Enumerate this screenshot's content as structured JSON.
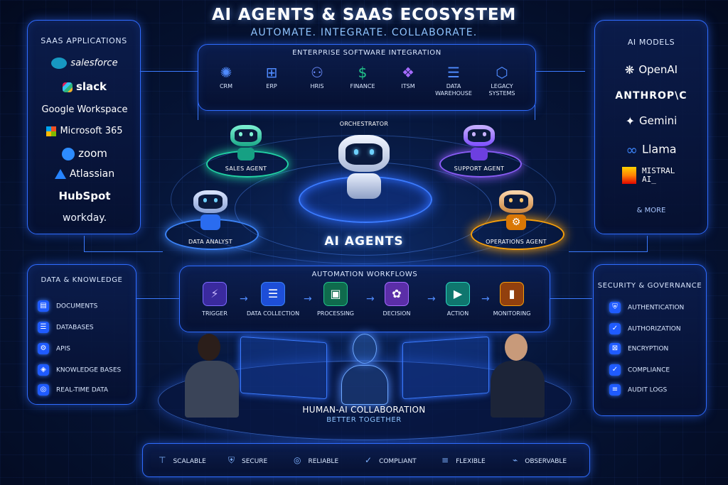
{
  "header": {
    "title": "AI AGENTS & SAAS ECOSYSTEM",
    "subtitle": "AUTOMATE. INTEGRATE. COLLABORATE."
  },
  "saas": {
    "title": "SAAS APPLICATIONS",
    "items": [
      "salesforce",
      "slack",
      "Google Workspace",
      "Microsoft 365",
      "zoom",
      "Atlassian",
      "HubSpot",
      "workday."
    ]
  },
  "enterprise": {
    "title": "ENTERPRISE SOFTWARE INTEGRATION",
    "items": [
      {
        "label": "CRM",
        "icon": "crm-icon"
      },
      {
        "label": "ERP",
        "icon": "erp-icon"
      },
      {
        "label": "HRIS",
        "icon": "hris-icon"
      },
      {
        "label": "FINANCE",
        "icon": "finance-icon"
      },
      {
        "label": "ITSM",
        "icon": "itsm-icon"
      },
      {
        "label": "DATA",
        "label2": "WAREHOUSE",
        "icon": "database-icon"
      },
      {
        "label": "LEGACY",
        "label2": "SYSTEMS",
        "icon": "network-icon"
      }
    ]
  },
  "models": {
    "title": "AI MODELS",
    "items": [
      "OpenAI",
      "ANTHROP\\C",
      "Gemini",
      "Llama",
      "MISTRAL",
      "AI_"
    ],
    "more": "& MORE"
  },
  "agents": {
    "center": "AI AGENTS",
    "orchestrator": "ORCHESTRATOR",
    "sales": "SALES AGENT",
    "support": "SUPPORT AGENT",
    "analyst": "DATA ANALYST",
    "operations": "OPERATIONS AGENT"
  },
  "knowledge": {
    "title": "DATA & KNOWLEDGE",
    "items": [
      "DOCUMENTS",
      "DATABASES",
      "APIS",
      "KNOWLEDGE BASES",
      "REAL-TIME DATA"
    ]
  },
  "workflow": {
    "title": "AUTOMATION WORKFLOWS",
    "steps": [
      "TRIGGER",
      "DATA COLLECTION",
      "PROCESSING",
      "DECISION",
      "ACTION",
      "MONITORING"
    ]
  },
  "security": {
    "title": "SECURITY & GOVERNANCE",
    "items": [
      "AUTHENTICATION",
      "AUTHORIZATION",
      "ENCRYPTION",
      "COMPLIANCE",
      "AUDIT LOGS"
    ]
  },
  "collab": {
    "title": "HUMAN-AI COLLABORATION",
    "subtitle": "BETTER TOGETHER"
  },
  "footer": {
    "items": [
      "SCALABLE",
      "SECURE",
      "RELIABLE",
      "COMPLIANT",
      "FLEXIBLE",
      "OBSERVABLE"
    ]
  },
  "colors": {
    "accent": "#2f6cff",
    "sales": "#22d3a5",
    "support": "#8b5cf6",
    "operations": "#f59e0b",
    "analyst": "#3b82f6"
  }
}
